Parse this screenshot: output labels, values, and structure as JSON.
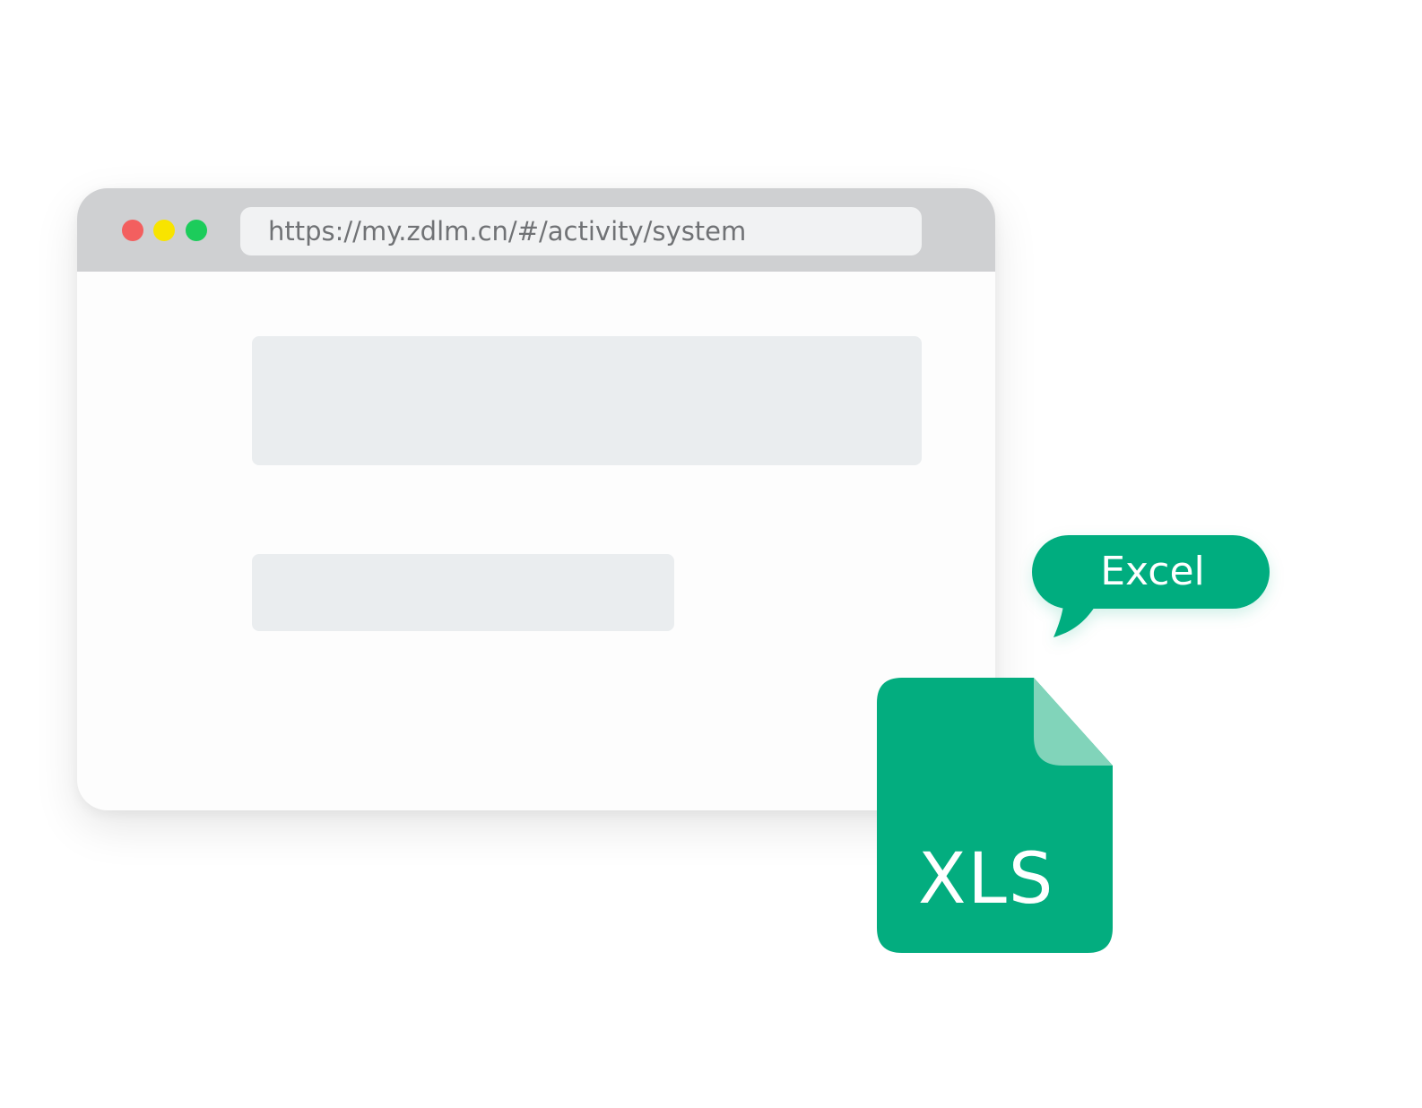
{
  "browser": {
    "url": "https://my.zdlm.cn/#/activity/system",
    "traffic_lights": [
      {
        "name": "close",
        "color": "#f35f5f"
      },
      {
        "name": "minimize",
        "color": "#f8e400"
      },
      {
        "name": "maximize",
        "color": "#1ccc5b"
      }
    ],
    "titlebar_color": "#cfd0d2",
    "placeholder_color": "#eaedef"
  },
  "bubble": {
    "label": "Excel",
    "color": "#03ad7f"
  },
  "file_icon": {
    "label": "XLS",
    "icon": "xls-file-icon",
    "color": "#03ad7f",
    "fold_color": "#81d4ba"
  }
}
